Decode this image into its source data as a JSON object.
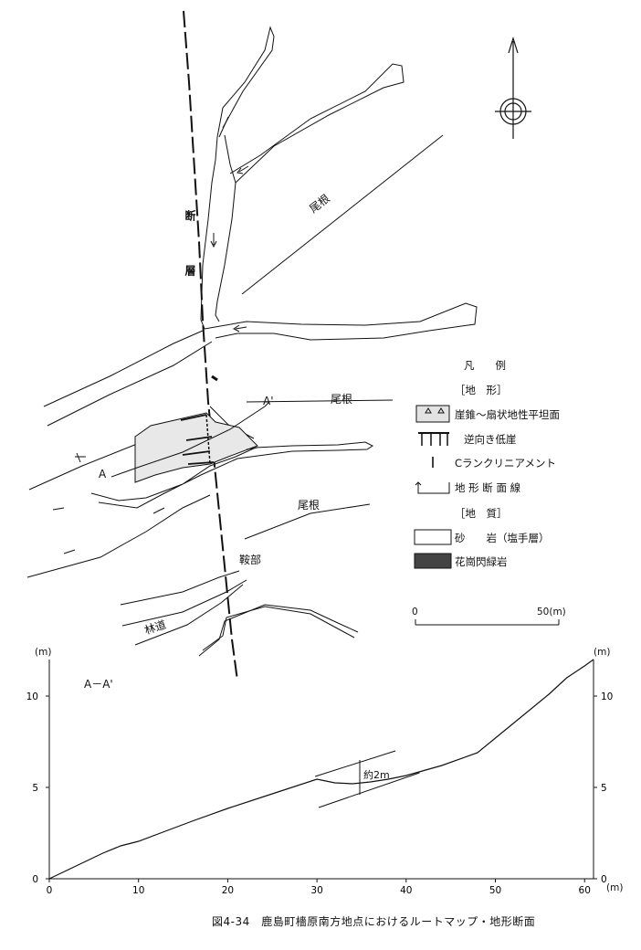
{
  "map": {
    "fault_char1": "断",
    "fault_char2": "層",
    "ridge_1": "尾根",
    "ridge_2": "尾根",
    "ridge_3": "尾根",
    "saddle": "鞍部",
    "forest_road": "林道",
    "section_a": "A",
    "section_a_prime": "A'"
  },
  "legend": {
    "title": "凡　　例",
    "terrain_header": "［地　形］",
    "items_terrain": [
      {
        "symbol": "talus-fan-icon",
        "label": "崖錐～扇状地性平坦面"
      },
      {
        "symbol": "reverse-scarp-icon",
        "label": "逆向き低崖"
      },
      {
        "symbol": "lineament-icon",
        "label": "Cランクリニアメント"
      },
      {
        "symbol": "section-line-icon",
        "label": "地 形 断 面 線"
      }
    ],
    "geology_header": "［地　質］",
    "items_geology": [
      {
        "symbol": "sandstone-swatch",
        "label": "砂　　岩（塩手層）",
        "color": "#ffffff"
      },
      {
        "symbol": "granodiorite-swatch",
        "label": "花崗閃緑岩",
        "color": "#333333"
      }
    ]
  },
  "scale_bar": {
    "start": "0",
    "end": "50(m)"
  },
  "profile": {
    "title": "A－A'",
    "y_unit_left": "(m)",
    "y_unit_right": "(m)",
    "x_unit": "(m)",
    "annotation": "約2m",
    "x_ticks": [
      "0",
      "10",
      "20",
      "30",
      "40",
      "50",
      "60"
    ],
    "y_ticks": [
      "0",
      "5",
      "10"
    ]
  },
  "chart_data": {
    "type": "line",
    "title": "A－A'",
    "xlabel": "(m)",
    "ylabel": "(m)",
    "xlim": [
      0,
      61
    ],
    "ylim": [
      0,
      12
    ],
    "x_ticks": [
      0,
      10,
      20,
      30,
      40,
      50,
      60
    ],
    "y_ticks": [
      0,
      5,
      10
    ],
    "series": [
      {
        "x": [
          0,
          3,
          6,
          8,
          10,
          13,
          16,
          20,
          25,
          30,
          32,
          34,
          36,
          38,
          40,
          44,
          48,
          52,
          56,
          58,
          60,
          61
        ],
        "y": [
          0,
          0.7,
          1.4,
          1.8,
          2.05,
          2.6,
          3.15,
          3.85,
          4.65,
          5.45,
          5.25,
          5.2,
          5.3,
          5.45,
          5.65,
          6.2,
          6.9,
          8.5,
          10.1,
          11.0,
          11.65,
          12
        ]
      }
    ],
    "scarp_lines": [
      {
        "x": [
          29.8,
          38.8
        ],
        "y": [
          5.6,
          7.0
        ]
      },
      {
        "x": [
          30.2,
          41.5
        ],
        "y": [
          3.9,
          5.8
        ]
      }
    ],
    "annotation": "約2m"
  },
  "caption": "図4-34　鹿島町檣原南方地点におけるルートマップ・地形断面"
}
